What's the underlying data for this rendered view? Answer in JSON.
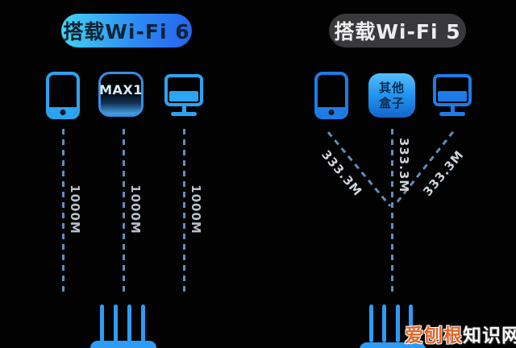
{
  "left_panel": {
    "title": "搭载Wi-Fi 6",
    "box_label": "MAX1",
    "speeds": [
      "1000M",
      "1000M",
      "1000M"
    ]
  },
  "right_panel": {
    "title": "搭载Wi-Fi 5",
    "box_label_top": "其他",
    "box_label_bottom": "盒子",
    "speeds": [
      "333.3M",
      "333.3M",
      "333.3M"
    ]
  },
  "watermark": {
    "highlight": "爱刨根",
    "rest": "知识网"
  },
  "colors": {
    "background": "#020203",
    "wifi6_pill_gradient_start": "#45d5f0",
    "wifi6_pill_gradient_end": "#2563ee",
    "wifi6_pill_text": "#0c2336",
    "wifi5_pill_bg": "#39393b",
    "wifi5_pill_text": "#ededed",
    "left_device_blue": "#2ba4f2",
    "right_device_blue": "#1d7ce8",
    "dashed_line_blue": "#5f8fba",
    "speed_label_gray": "#bac0c7",
    "router_blue": "#2e9bf5",
    "watermark_orange": "#e2662a",
    "watermark_white": "#f7f7f7"
  }
}
